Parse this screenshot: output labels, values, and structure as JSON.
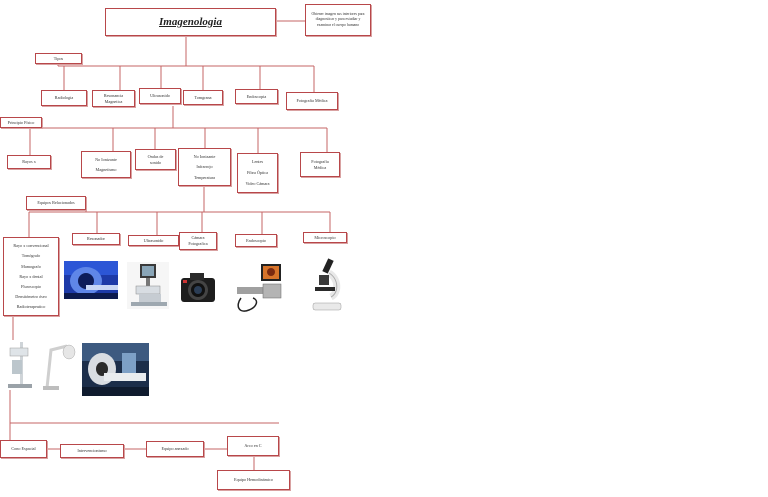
{
  "title": "Imagenologia",
  "objective": "Obtener imagen sus interiores para diagnosticar y para estudiar y examinar el cuerpo humano",
  "tipos": {
    "label": "Tipos",
    "items": [
      "Radiologia",
      "Resonancia Magnetica",
      "Ultrasonido",
      "Tomgrana",
      "Endoscopia",
      "Fotografia Médica"
    ]
  },
  "principio": {
    "label": "Principio Físico",
    "rayos_x": "Rayos x",
    "no_ionizante_1": [
      "No Ionizante",
      "Magnetismo"
    ],
    "ondas": "Ondas de sonido",
    "no_ionizante_2": [
      "No Ionizante",
      "Infrarrojo",
      "Temperatura"
    ],
    "lentes": [
      "Lentes",
      "Fibra Óptica",
      "Video Cámara"
    ],
    "fotografia": "Fotografía Médica"
  },
  "equipos": {
    "label": "Equipos Relacionados",
    "list_items": [
      "Rayo x convencional",
      "Tomógrafo",
      "Mamografo",
      "Rayo x dental",
      "Fluroscopio",
      "Densitómetro óseo",
      "Radioterapeutico"
    ],
    "resonador": "Resonador",
    "ultrasonido": "Ultrasonido",
    "camara": "Cámara Fotografica",
    "endoscopia": "Endoscopio",
    "microscopio": "Microscopio"
  },
  "bottom": {
    "cono": "Cono Espacial",
    "intervencionismo": "Intervencionismo",
    "equipo_anexado": "Equipo anexado",
    "arco": "Arco en C",
    "hemodinamico": "Equipo Hemodinámico"
  },
  "colors": {
    "border": "#b8474a",
    "wire": "#c66466"
  }
}
